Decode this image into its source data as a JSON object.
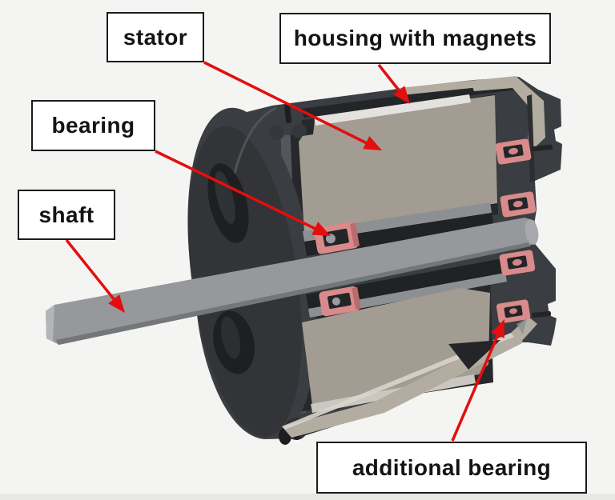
{
  "diagram": {
    "description": "Cut-away 3D render of a small electric motor with annotated parts",
    "labels": [
      {
        "id": "stator",
        "text": "stator"
      },
      {
        "id": "housing",
        "text": "housing with magnets"
      },
      {
        "id": "bearing",
        "text": "bearing"
      },
      {
        "id": "shaft",
        "text": "shaft"
      },
      {
        "id": "additional-bearing",
        "text": "additional bearing"
      }
    ],
    "colors": {
      "background": "#f4f4f2",
      "body_dark": "#3a3d41",
      "body_deep": "#232528",
      "cavity": "#26282b",
      "cut_face": "#53565a",
      "stator_tan": "#a39c92",
      "housing_tan": "#b3aca0",
      "magnet_gray": "#8d9093",
      "highlight": "#e4e2de",
      "shaft_gray": "#96989b",
      "bearing_pink": "#d98a8a",
      "arrow_red": "#e50d0d",
      "label_bg": "#ffffff",
      "label_border": "#1b1b1b",
      "label_text": "#141414"
    }
  }
}
